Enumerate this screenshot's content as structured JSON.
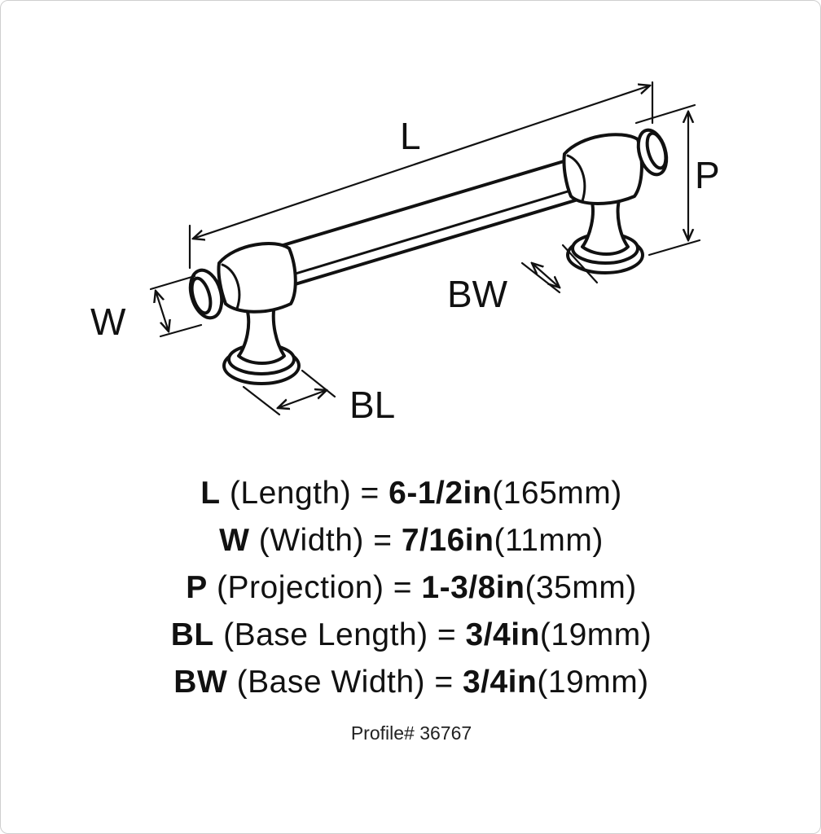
{
  "diagram": {
    "dimension_labels": {
      "length": "L",
      "width": "W",
      "projection": "P",
      "base_length": "BL",
      "base_width": "BW"
    }
  },
  "specs": [
    {
      "code": "L",
      "name": "(Length) = ",
      "imperial": "6-1/2in",
      "metric": "(165mm)"
    },
    {
      "code": "W",
      "name": "(Width) = ",
      "imperial": "7/16in",
      "metric": "(11mm)"
    },
    {
      "code": "P",
      "name": "(Projection) = ",
      "imperial": "1-3/8in",
      "metric": "(35mm)"
    },
    {
      "code": "BL",
      "name": "(Base Length) = ",
      "imperial": "3/4in",
      "metric": "(19mm)"
    },
    {
      "code": "BW",
      "name": "(Base Width) = ",
      "imperial": "3/4in",
      "metric": "(19mm)"
    }
  ],
  "profile": "Profile# 36767",
  "colors": {
    "line": "#111111",
    "background": "#ffffff",
    "frame": "#cfcfcf"
  }
}
